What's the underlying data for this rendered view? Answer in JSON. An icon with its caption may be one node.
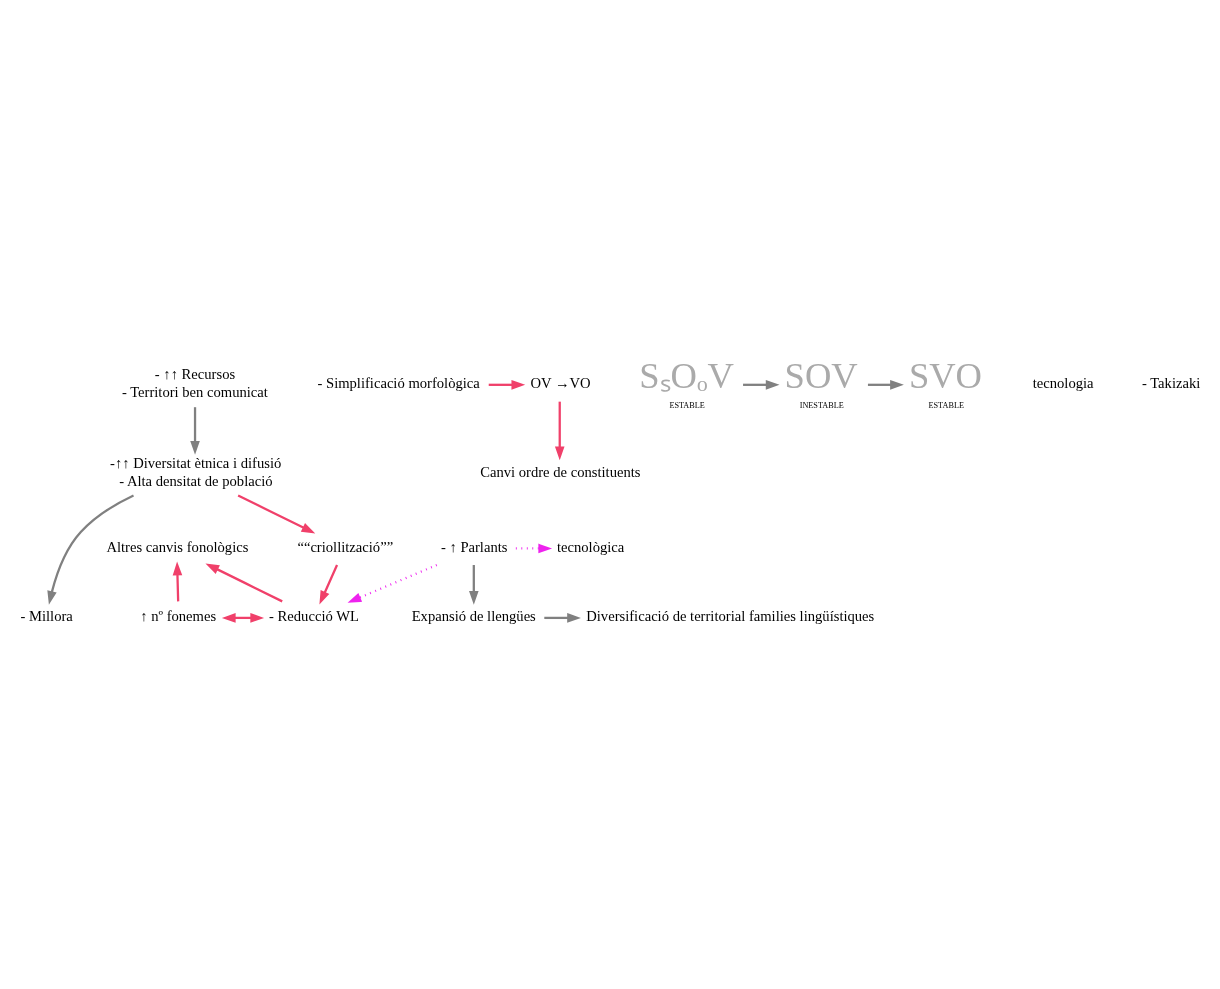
{
  "diagram": {
    "nodes": [
      {
        "text": [
          "- ↑↑ Recursos",
          "- Territori ben comunicat"
        ]
      },
      {
        "text": [
          "-↑↑ Diversitat ètnica i difusió",
          "- Alta densitat de població"
        ]
      },
      {
        "text": [
          "““criollització””"
        ]
      },
      {
        "text": [
          "Altres canvis fonològics"
        ]
      },
      {
        "text": [
          "↑ nº fonemes"
        ]
      },
      {
        "text": [
          "- Reducció WL"
        ]
      },
      {
        "text": [
          "- Millora"
        ]
      },
      {
        "text": [
          "tecnològica"
        ]
      },
      {
        "text": [
          "- ↑ Parlants"
        ]
      },
      {
        "text": [
          "OV →VO"
        ]
      },
      {
        "text": [
          "- Simplificació morfològica"
        ]
      },
      {
        "text": [
          "Canvi ordre de constituents"
        ]
      },
      {
        "text": [
          "Diversificació de territorial families lingüístiques"
        ]
      },
      {
        "text": [
          "Expansió de llengües"
        ]
      },
      {
        "text": [
          "SₛOₒV"
        ],
        "beside": [
          "ESTABLE"
        ]
      },
      {
        "text": [
          "SOV"
        ],
        "beside": [
          "INESTABLE"
        ]
      },
      {
        "text": [
          "SVO"
        ],
        "beside": [
          "ESTABLE"
        ]
      }
    ],
    "edges": [
      {
        "from": 0,
        "to": 1,
        "arrow": "to",
        "color": "#808080"
      },
      {
        "from": 1,
        "to": 2,
        "arrow": "to"
      },
      {
        "from": 1,
        "to": 6,
        "arrow": "to",
        "color": "#808080"
      },
      {
        "from": 2,
        "to": 5,
        "arrow": "to"
      },
      {
        "from": 5,
        "to": 3,
        "arrow": "to"
      },
      {
        "from": 4,
        "to": 3,
        "arrow": "to"
      },
      {
        "from": 4,
        "to": 5,
        "arrow": "both"
      },
      {
        "from": 8,
        "to": 5,
        "arrow": "to",
        "style": "dashed",
        "color": "#ee22ee"
      },
      {
        "from": 8,
        "to": 7,
        "arrow": "to",
        "style": "dashed",
        "color": "#ee22ee"
      },
      {
        "from": 10,
        "to": 9,
        "arrow": "to"
      },
      {
        "from": 9,
        "to": 11,
        "arrow": "to"
      },
      {
        "from": 8,
        "to": 13,
        "arrow": "to",
        "color": "#808080"
      },
      {
        "from": 13,
        "to": 12,
        "arrow": "to",
        "color": "#808080"
      },
      {
        "from": 14,
        "to": 15,
        "arrow": "to",
        "color": "#808080"
      },
      {
        "from": 15,
        "to": 16,
        "arrow": "to",
        "color": "#808080"
      }
    ],
    "labels": [
      "tecnologia",
      "- Takizaki"
    ]
  }
}
